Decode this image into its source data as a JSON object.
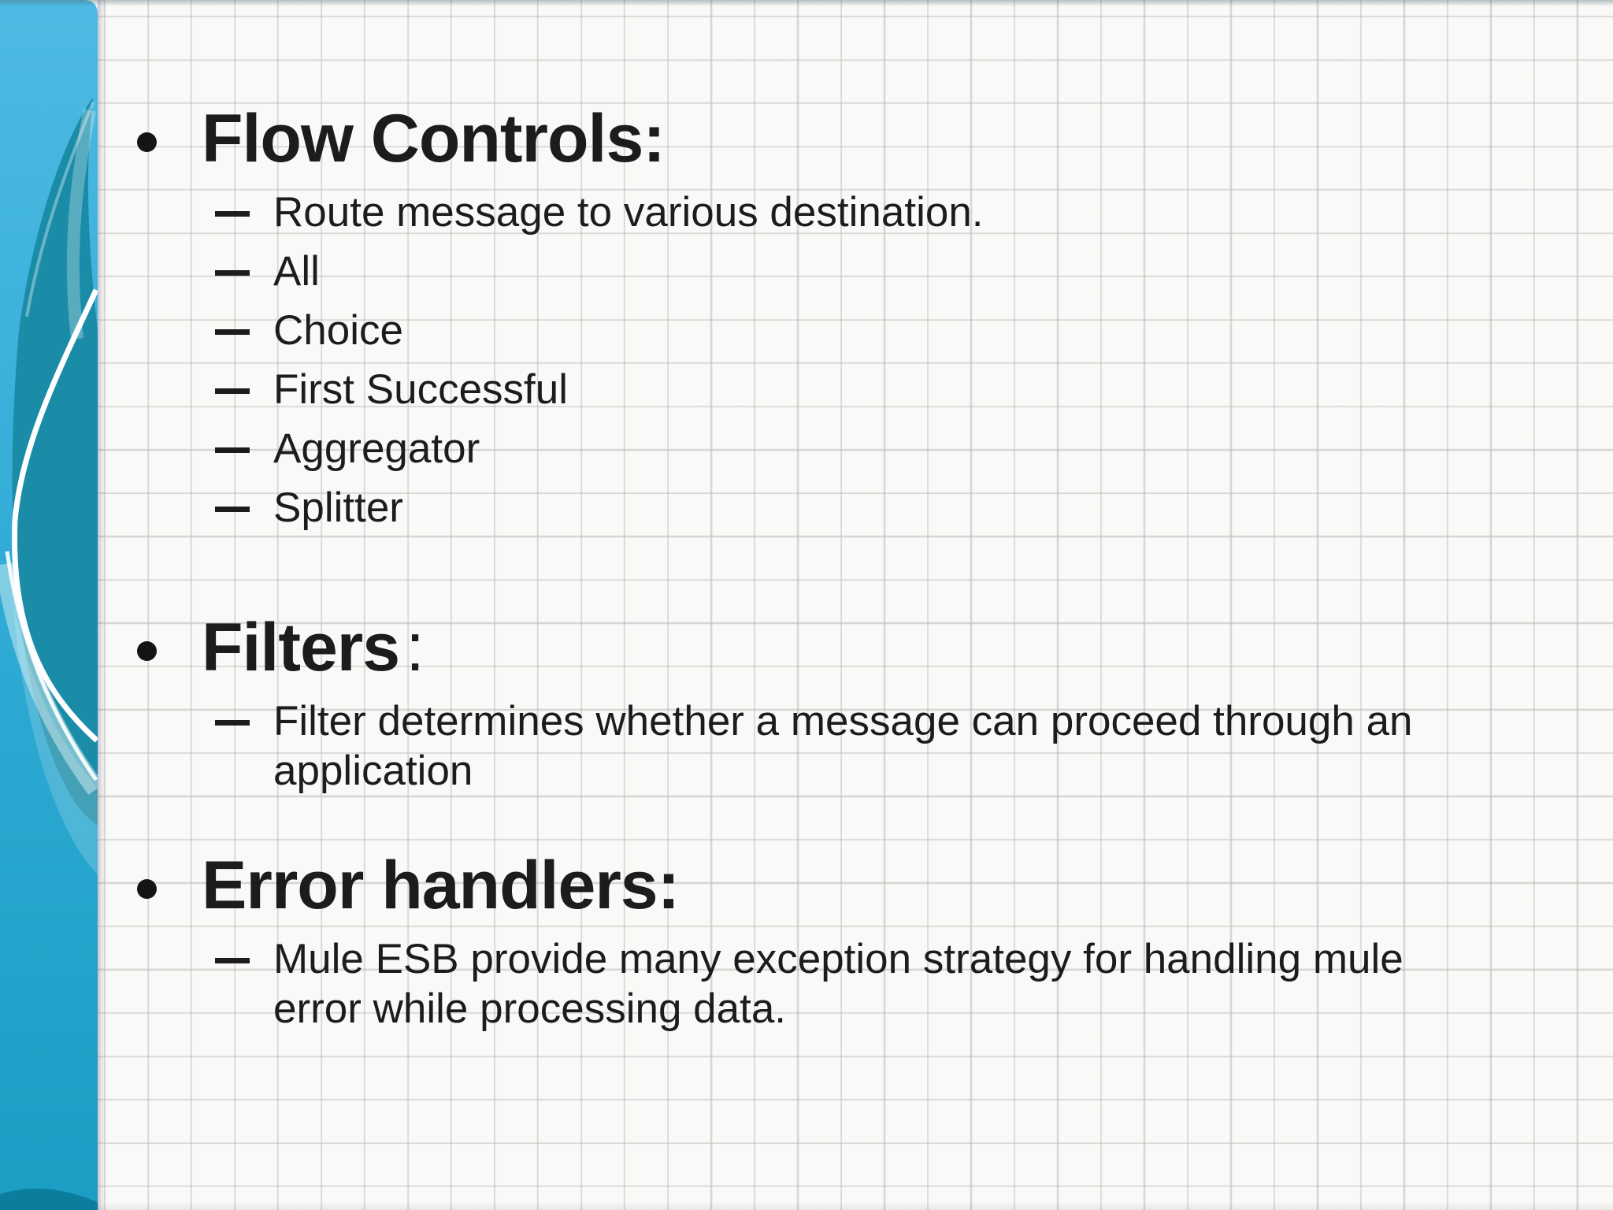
{
  "slide": {
    "style": {
      "text_color": "#1c1c1c",
      "grid_line_color": "#bababa",
      "background_color": "#f9f9f7",
      "sidebar_top_color": "#4dbae4",
      "sidebar_bottom_color": "#1b9dc4",
      "sidebar_swirl_dark": "#1a8ca8",
      "sidebar_curve_color": "#ffffff",
      "sidebar_bottom_strip": "#0b7e9e"
    },
    "sections": [
      {
        "heading_bold": "Flow Controls:",
        "heading_regular": "",
        "items": [
          {
            "lines": [
              "Route message to various destination."
            ]
          },
          {
            "lines": [
              "All"
            ]
          },
          {
            "lines": [
              "Choice"
            ]
          },
          {
            "lines": [
              "First Successful"
            ]
          },
          {
            "lines": [
              "Aggregator"
            ]
          },
          {
            "lines": [
              "Splitter"
            ]
          }
        ]
      },
      {
        "heading_bold": "Filters",
        "heading_regular": ":",
        "items": [
          {
            "lines": [
              "Filter determines whether a message can proceed through an",
              "application"
            ]
          }
        ]
      },
      {
        "heading_bold": "Error handlers:",
        "heading_regular": "",
        "items": [
          {
            "lines": [
              "Mule ESB provide many exception strategy for handling mule",
              "error while processing data."
            ]
          }
        ]
      }
    ]
  }
}
